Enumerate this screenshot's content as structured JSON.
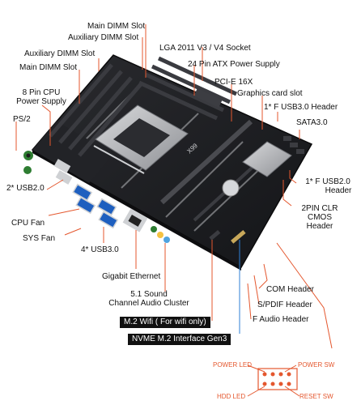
{
  "labels": {
    "main_dimm_top": "Main DIMM Slot",
    "aux_dimm_top": "Auxiliary DIMM Slot",
    "lga_socket": "LGA 2011 V3 / V4 Socket",
    "aux_dimm_left": "Auxiliary DIMM Slot",
    "atx_power": "24 Pin ATX Power Supply",
    "main_dimm_left": "Main DIMM Slot",
    "pcie": "PCI-E 16X",
    "cpu_power_1": "8 Pin CPU",
    "cpu_power_2": "Power Supply",
    "graphics_slot": "Graphics card slot",
    "usb30_header": "1* F USB3.0 Header",
    "ps2": "PS/2",
    "sata": "SATA3.0",
    "usb20_header_1": "1* F USB2.0",
    "usb20_header_2": "Header",
    "usb20_rear": "2* USB2.0",
    "clr_cmos_1": "2PIN CLR",
    "clr_cmos_2": "CMOS",
    "clr_cmos_3": "Header",
    "cpu_fan": "CPU Fan",
    "sys_fan": "SYS Fan",
    "usb30_rear": "4* USB3.0",
    "ethernet": "Gigabit Ethernet",
    "audio_1": "5.1 Sound",
    "audio_2": "Channel Audio Cluster",
    "com_header": "COM Header",
    "spdif": "S/PDIF Header",
    "f_audio": "F Audio Header",
    "m2_wifi": "M.2 Wifi ( For wifi only)",
    "nvme": "NVME M.2 Interface Gen3",
    "power_led": "POWER LED",
    "power_sw": "POWER SW",
    "hdd_led": "HDD  LED",
    "reset_sw": "RESET SW",
    "board_text": "X99"
  },
  "colors": {
    "leader": "#e4572e",
    "nvme_leader": "#2e7fd6",
    "pcb": "#1c1d20",
    "label_box": "#111111"
  }
}
